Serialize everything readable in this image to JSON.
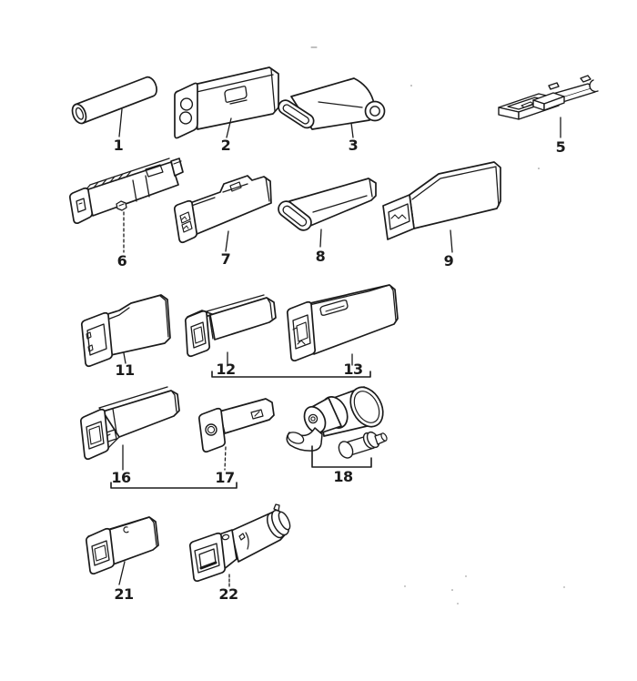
{
  "style": {
    "paper": "#ffffff",
    "ink": "#1b1b1b"
  },
  "callouts": {
    "p1": "1",
    "p2": "2",
    "p3": "3",
    "p5": "5",
    "p6": "6",
    "p7": "7",
    "p8": "8",
    "p9": "9",
    "p11": "11",
    "p12": "12",
    "p13": "13",
    "p16": "16",
    "p17": "17",
    "p18": "18",
    "p21": "21",
    "p22": "22"
  },
  "parts": [
    {
      "callout": "1",
      "shape": "round-tube-sleeve"
    },
    {
      "callout": "2",
      "shape": "housing-with-two-round-holes"
    },
    {
      "callout": "3",
      "shape": "flat-sleeve-with-eyelet"
    },
    {
      "callout": "5",
      "shape": "bracket-assembly"
    },
    {
      "callout": "6",
      "shape": "long-narrow-connector"
    },
    {
      "callout": "7",
      "shape": "flat-connector-housing"
    },
    {
      "callout": "8",
      "shape": "oval-sleeve"
    },
    {
      "callout": "9",
      "shape": "large-chamfered-housing"
    },
    {
      "callout": "11",
      "shape": "stepped-connector-housing"
    },
    {
      "callout": "12",
      "shape": "square-socket-with-tail"
    },
    {
      "callout": "13",
      "shape": "long-keyed-housing"
    },
    {
      "callout": "16",
      "shape": "square-socket-with-side-window"
    },
    {
      "callout": "17",
      "shape": "flanged-round-hole-holder"
    },
    {
      "callout": "18",
      "shape": "cylindrical-holder-with-bulb"
    },
    {
      "callout": "21",
      "shape": "square-tube-sleeve"
    },
    {
      "callout": "22",
      "shape": "flanged-barrel-connector"
    }
  ],
  "brackets": [
    {
      "joins": [
        "12",
        "13"
      ]
    },
    {
      "joins": [
        "16",
        "17"
      ]
    },
    {
      "joins": [
        "18"
      ]
    }
  ]
}
